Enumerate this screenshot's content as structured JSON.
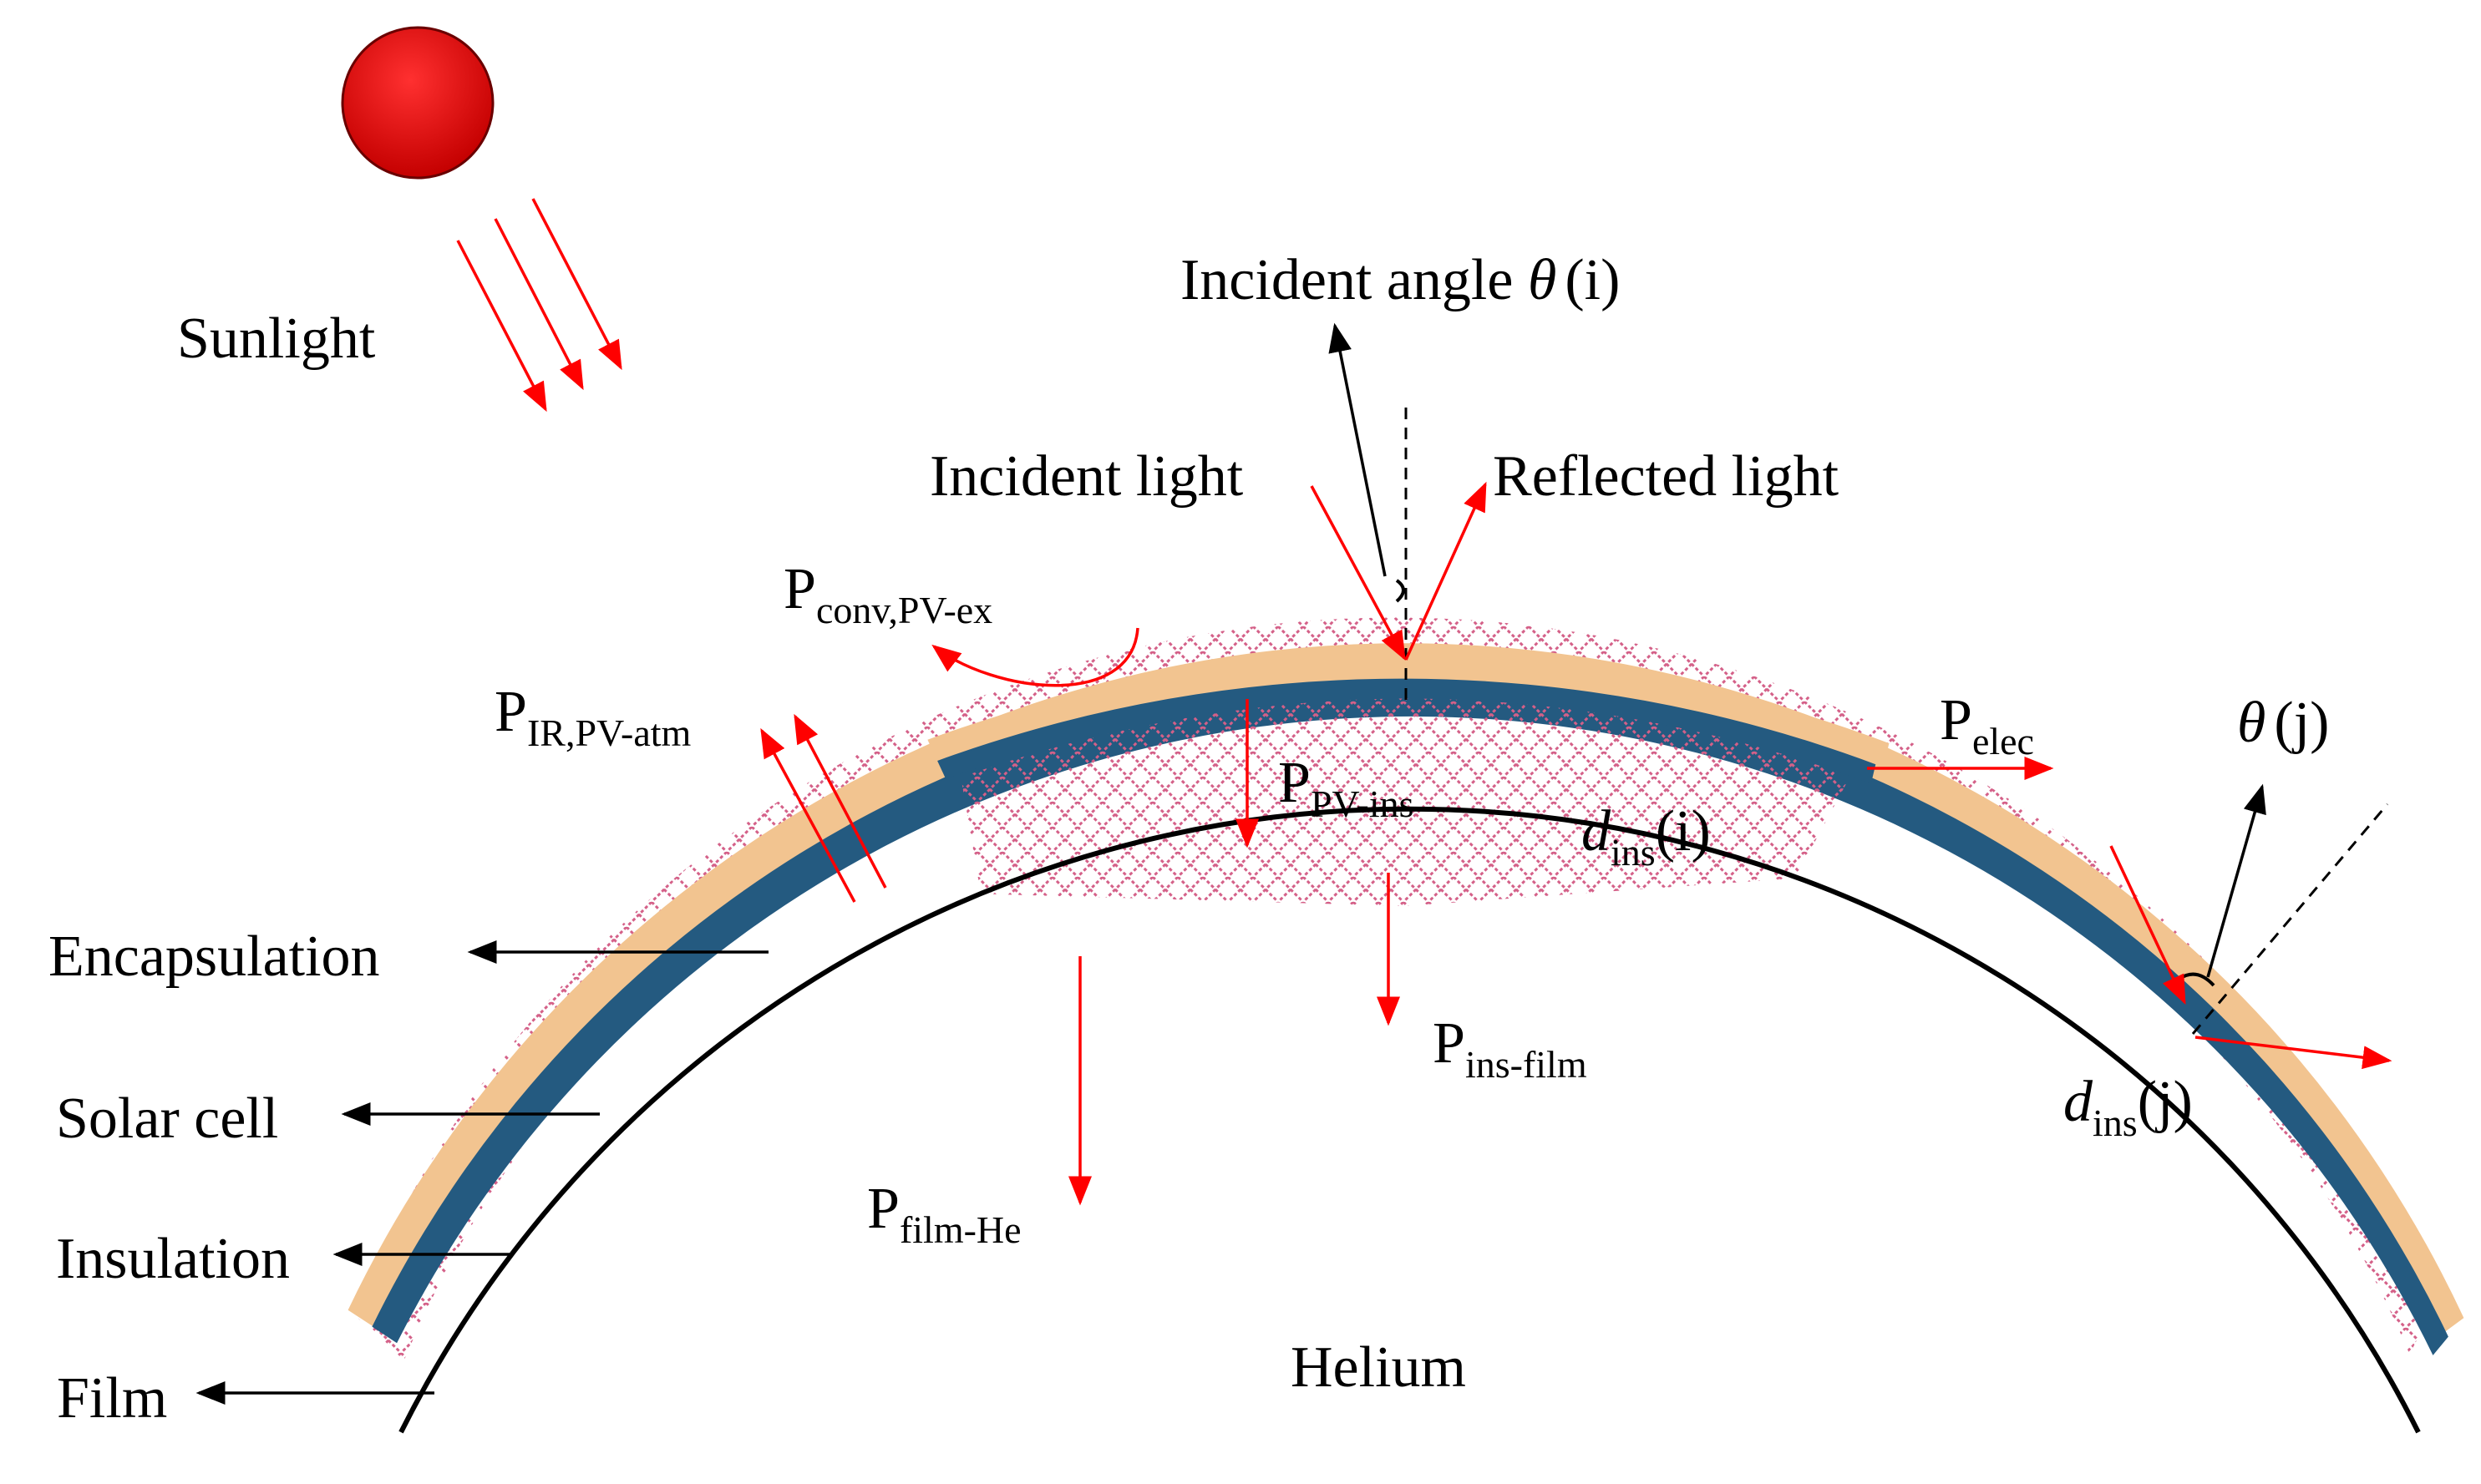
{
  "labels": {
    "sunlight": "Sunlight",
    "incident_angle_prefix": "Incident angle ",
    "theta": "θ",
    "i_paren": "(i)",
    "j_paren": "(j)",
    "incident_light": "Incident light",
    "reflected_light": "Reflected light",
    "p": "P",
    "conv_sub": "conv,PV-ex",
    "ir_sub": "IR,PV-atm",
    "elec_sub": "elec",
    "pv_ins_sub": "PV-ins",
    "ins_film_sub": "ins-film",
    "film_he_sub": "film-He",
    "d": "d",
    "ins_sub": "ins",
    "encapsulation": "Encapsulation",
    "solar_cell": "Solar cell",
    "insulation": "Insulation",
    "film": "Film",
    "helium": "Helium"
  },
  "colors": {
    "sun": "#e8000c",
    "encapsulation": "#f2c490",
    "solar_cell": "#245a80",
    "insulation_hatch": "#d46088",
    "film": "#000000",
    "heat_arrow": "#ff0000",
    "pointer_arrow": "#000000"
  }
}
